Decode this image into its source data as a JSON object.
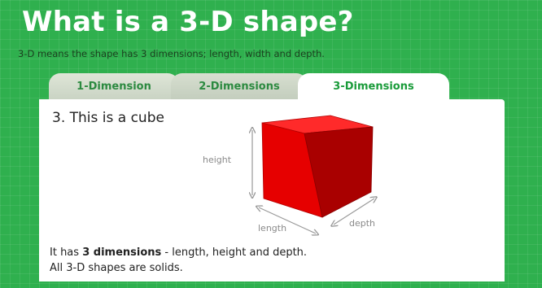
{
  "page": {
    "title": "What is a 3-D shape?",
    "subtitle": "3-D means the shape has 3 dimensions; length, width and depth."
  },
  "tabs": [
    {
      "label": "1-Dimension",
      "selected": false
    },
    {
      "label": "2-Dimensions",
      "selected": false
    },
    {
      "label": "3-Dimensions",
      "selected": true
    }
  ],
  "content": {
    "heading": "3. This is a cube",
    "diagram_labels": {
      "height": "height",
      "length": "length",
      "depth": "depth"
    },
    "description": {
      "prefix": "It has ",
      "bold": "3 dimensions",
      "suffix": " - length, height and depth.",
      "line2": "All 3-D shapes are solids."
    }
  },
  "colors": {
    "background_green": "#2fb04e",
    "active_tab_text": "#1a9b3a",
    "cube_front": "#e60000",
    "cube_top": "#ff2b2b",
    "cube_side": "#a80000"
  },
  "icons": {
    "cube": "red-cube-illustration",
    "arrows": "double-headed-arrows"
  }
}
